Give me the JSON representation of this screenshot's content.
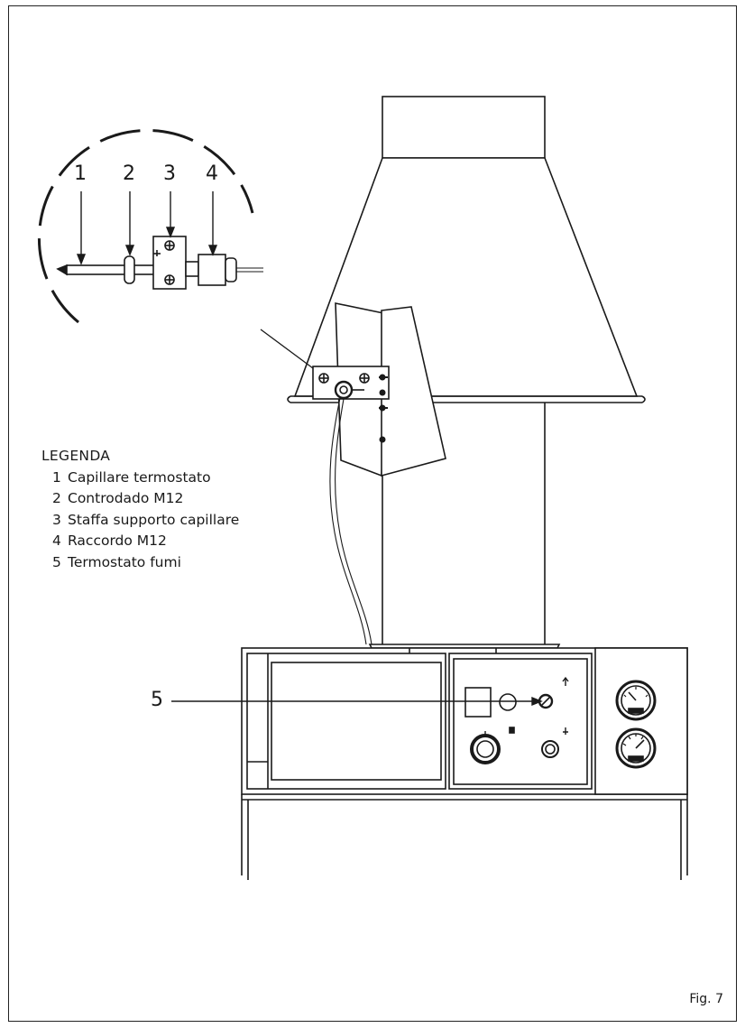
{
  "legend": {
    "title": "LEGENDA",
    "items": [
      {
        "num": "1",
        "label": "Capillare termostato"
      },
      {
        "num": "2",
        "label": "Controdado M12"
      },
      {
        "num": "3",
        "label": "Staffa supporto capillare"
      },
      {
        "num": "4",
        "label": "Raccordo M12"
      },
      {
        "num": "5",
        "label": "Termostato fumi"
      }
    ]
  },
  "callouts": [
    "1",
    "2",
    "3",
    "4",
    "5"
  ],
  "figure_label": "Fig. 7"
}
